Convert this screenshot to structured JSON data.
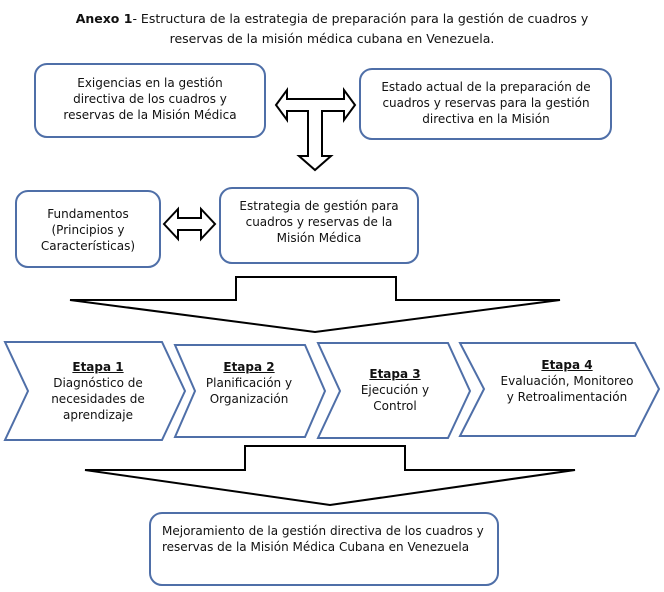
{
  "title": {
    "bold": "Anexo 1",
    "line1": "- Estructura de la estrategia de preparación para la gestión de cuadros y",
    "line2": "reservas de la misión médica cubana en Venezuela."
  },
  "boxes": {
    "exigencias": "Exigencias en la gestión directiva de los cuadros y reservas de la Misión Médica",
    "estado_actual": "Estado actual de la preparación de cuadros y reservas para la gestión directiva en la Misión",
    "fundamentos": "Fundamentos (Principios y Características)",
    "estrategia": "Estrategia de gestión para cuadros y reservas de la Misión Médica",
    "mejoramiento": "Mejoramiento de la gestión directiva de los cuadros y reservas de la Misión Médica Cubana en Venezuela"
  },
  "stages": [
    {
      "label": "Etapa 1",
      "text": "Diagnóstico de necesidades de aprendizaje"
    },
    {
      "label": "Etapa 2",
      "text": "Planificación y Organización"
    },
    {
      "label": "Etapa 3",
      "text": "Ejecución y Control"
    },
    {
      "label": "Etapa 4",
      "text": "Evaluación, Monitoreo y Retroalimentación"
    }
  ],
  "colors": {
    "box_border": "#4f6fa8",
    "arrow": "#000000"
  }
}
